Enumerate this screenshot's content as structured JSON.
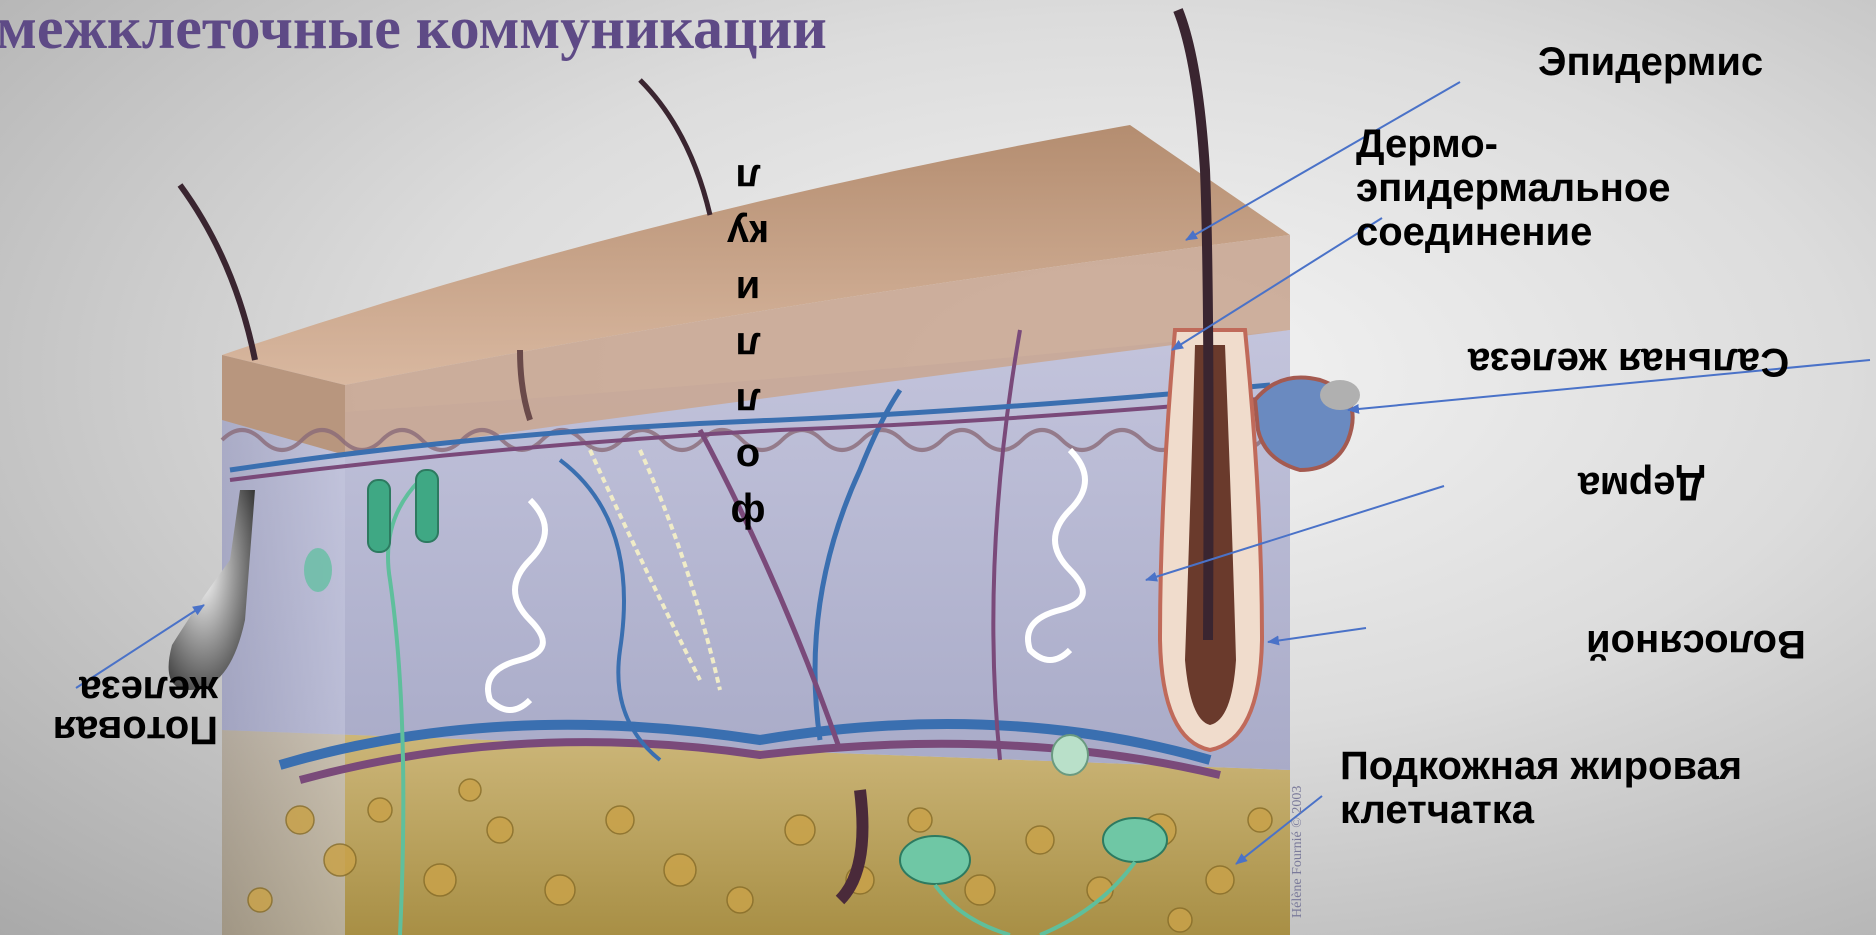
{
  "title": "межклеточные коммуникации",
  "labels": {
    "epidermis": "Эпидермис",
    "dej": "Дермо-эпидермальное соединение",
    "sebaceous": "Сальная железа",
    "dermis": "Дерма",
    "hair": "Волосяной",
    "sweat": "Потовая железа",
    "fat": "Подкожная жировая клетчатка",
    "follicle": "фолликул"
  },
  "credit": "Hélène Fournié © 2003",
  "colors": {
    "title": "#5e4a86",
    "arrow": "#4a72c8",
    "skin_surface": "#c4a088",
    "dermis": "#b9bcd6",
    "fat": "#bfa85a",
    "vein": "#3a6fb0",
    "artery": "#7a4a7a"
  }
}
